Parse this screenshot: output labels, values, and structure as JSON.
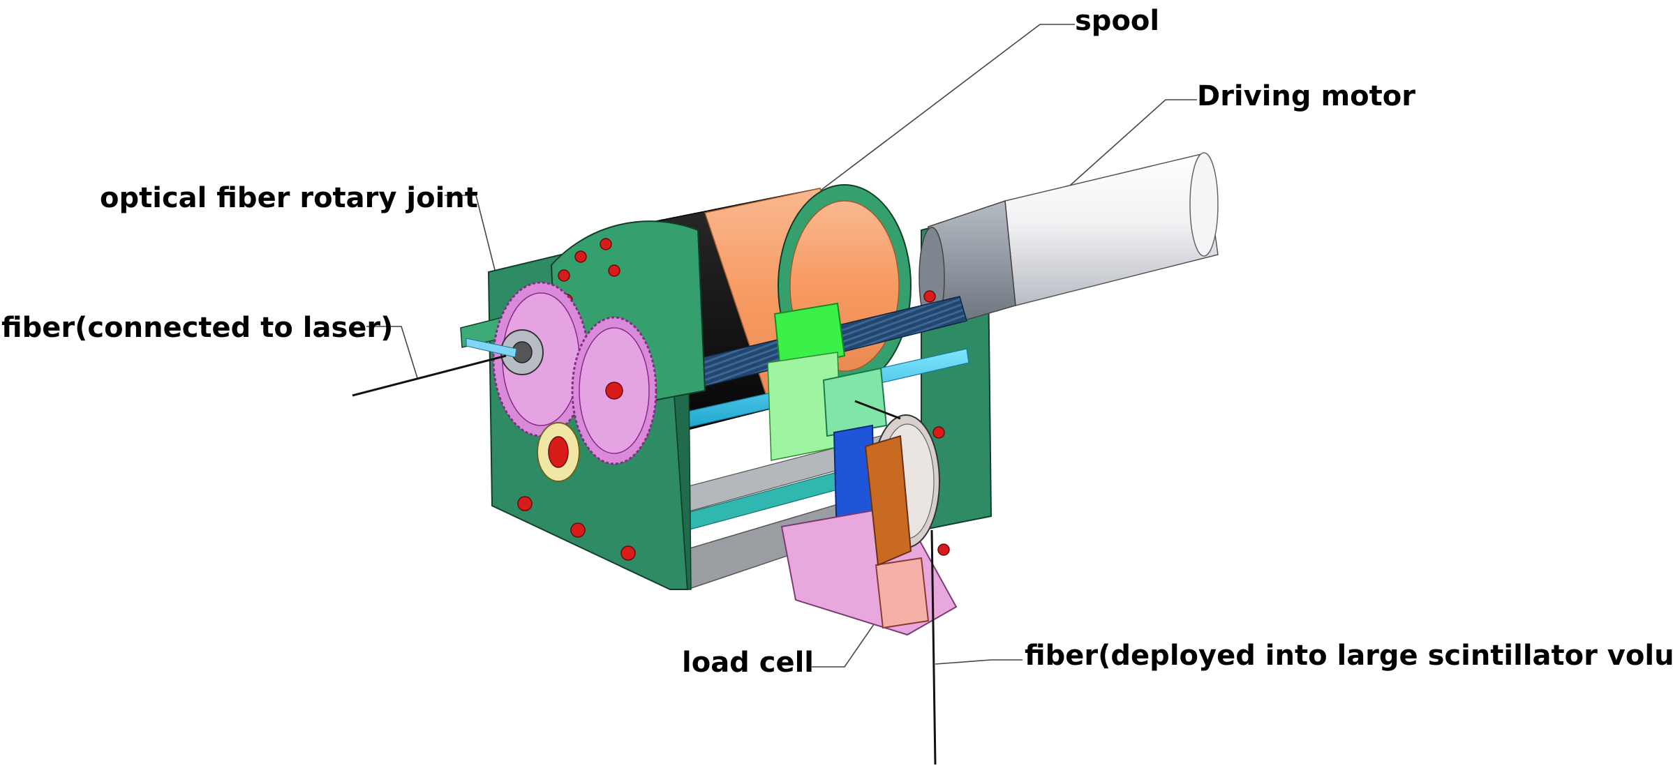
{
  "labels": {
    "spool": "spool",
    "driving_motor": "Driving motor",
    "rotary_joint": "optical fiber rotary joint",
    "fiber_laser": "fiber(connected to laser)",
    "load_cell": "load cell",
    "fiber_deployed": "fiber(deployed into large scintillator volume)"
  },
  "colors": {
    "frame_green": "#2e8b64",
    "frame_green_dark": "#1f6b4b",
    "gear_magenta": "#d98ad8",
    "spool_orange": "#f7a06e",
    "spool_black": "#141414",
    "motor_grey": "#8a939c",
    "motor_white": "#ecedf0",
    "rod_cyan": "#3ec9e8",
    "screw_navy": "#1e3f6a",
    "carriage_green": "#3cf04a",
    "block_mint": "#7fe6a8",
    "bracket_blue": "#1f55d8",
    "arm_copper": "#c96a23",
    "base_pink": "#e8a8de",
    "bolt_red": "#d81c1c"
  }
}
